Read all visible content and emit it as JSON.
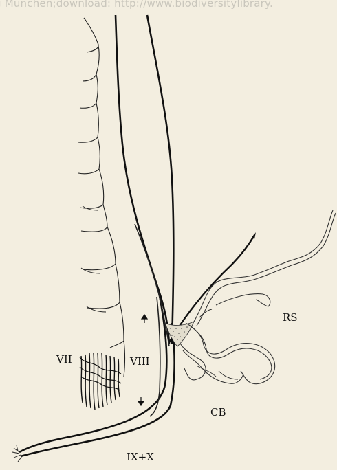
{
  "watermark": {
    "text": "g München;download: http://www.biodiversitylibrary."
  },
  "labels": {
    "vii": "VII",
    "viii": "VIII",
    "rs": "RS",
    "cb": "CB",
    "ix_x": "IX+X"
  },
  "colors": {
    "background": "#f3eee0",
    "ink": "#111111",
    "watermark": "#c9c6bc"
  }
}
